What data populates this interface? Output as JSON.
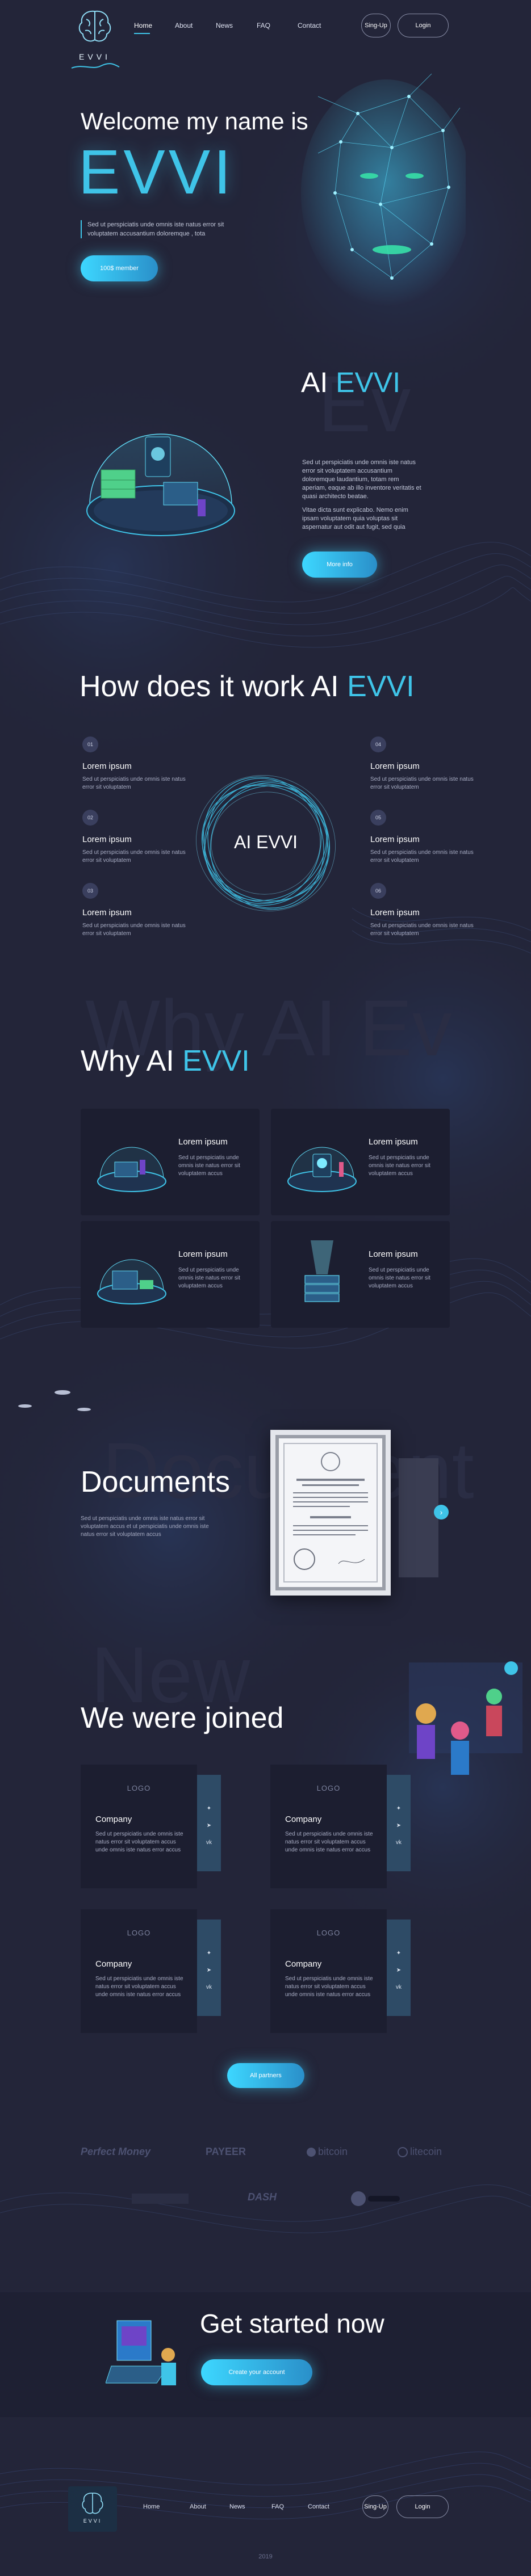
{
  "colors": {
    "background": "#232539",
    "accent": "#3fc4e8",
    "card": "#1c1e30",
    "side_panel": "#2e4b66"
  },
  "header": {
    "logo_text": "EVVI",
    "nav": [
      "Home",
      "About",
      "News",
      "FAQ",
      "Contact"
    ],
    "signup": "Sing-Up",
    "login": "Login"
  },
  "hero": {
    "welcome": "Welcome my name is",
    "name": "EVVI",
    "description": "Sed ut perspiciatis unde omnis iste natus error sit voluptatem accusantium doloremque , tota",
    "cta": "100$ member"
  },
  "about": {
    "title_prefix": "AI ",
    "title_accent": "EVVI",
    "para1": "Sed ut perspiciatis unde omnis iste natus error sit voluptatem accusantium doloremque laudantium, totam rem aperiam, eaque ab illo inventore veritatis et quasi architecto beatae.",
    "para2": "Vitae dicta sunt explicabo. Nemo enim ipsam voluptatem quia voluptas sit aspernatur aut odit aut fugit, sed quia",
    "button": "More info"
  },
  "how": {
    "title_prefix": "How does it work AI ",
    "title_accent": "EVVI",
    "center_label": "AI EVVI",
    "steps": [
      {
        "num": "01",
        "title": "Lorem ipsum",
        "text": "Sed ut perspiciatis unde omnis iste natus error sit voluptatem"
      },
      {
        "num": "02",
        "title": "Lorem ipsum",
        "text": "Sed ut perspiciatis unde omnis iste natus error sit voluptatem"
      },
      {
        "num": "03",
        "title": "Lorem ipsum",
        "text": "Sed ut perspiciatis unde omnis iste natus error sit voluptatem"
      },
      {
        "num": "04",
        "title": "Lorem ipsum",
        "text": "Sed ut perspiciatis unde omnis iste natus error sit voluptatem"
      },
      {
        "num": "05",
        "title": "Lorem ipsum",
        "text": "Sed ut perspiciatis unde omnis iste natus error sit voluptatem"
      },
      {
        "num": "06",
        "title": "Lorem ipsum",
        "text": "Sed ut perspiciatis unde omnis iste natus error sit voluptatem"
      }
    ]
  },
  "why": {
    "title_prefix": "Why AI ",
    "title_accent": "EVVI",
    "cards": [
      {
        "title": "Lorem ipsum",
        "text": "Sed ut perspiciatis unde omnis iste natus error sit voluptatem accus"
      },
      {
        "title": "Lorem ipsum",
        "text": "Sed ut perspiciatis unde omnis iste natus error sit voluptatem accus"
      },
      {
        "title": "Lorem ipsum",
        "text": "Sed ut perspiciatis unde omnis iste natus error sit voluptatem accus"
      },
      {
        "title": "Lorem ipsum",
        "text": "Sed ut perspiciatis unde omnis iste natus error sit voluptatem accus"
      }
    ]
  },
  "documents": {
    "title": "Documents",
    "text": "Sed ut perspiciatis unde omnis iste natus error sit voluptatem accus et ut perspiciatis unde omnis iste natus error sit voluptatem accus"
  },
  "joined": {
    "title": "We were joined",
    "cards": [
      {
        "logo": "LOGO",
        "company": "Company",
        "text": "Sed ut perspiciatis unde omnis iste natus error sit voluptatem accus unde omnis iste natus error accus"
      },
      {
        "logo": "LOGO",
        "company": "Company",
        "text": "Sed ut perspiciatis unde omnis iste natus error sit voluptatem accus unde omnis iste natus error accus"
      },
      {
        "logo": "LOGO",
        "company": "Company",
        "text": "Sed ut perspiciatis unde omnis iste natus error sit voluptatem accus unde omnis iste natus error accus"
      },
      {
        "logo": "LOGO",
        "company": "Company",
        "text": "Sed ut perspiciatis unde omnis iste natus error sit voluptatem accus unde omnis iste natus error accus"
      }
    ],
    "button": "All partners"
  },
  "partners": [
    "Perfect Money",
    "PAYEER",
    "bitcoin",
    "litecoin",
    "DASH"
  ],
  "get_started": {
    "title": "Get started now",
    "button": "Create your account"
  },
  "footer": {
    "nav": [
      "Home",
      "About",
      "News",
      "FAQ",
      "Contact"
    ],
    "signup": "Sing-Up",
    "login": "Login",
    "copyright": "2019",
    "logo_text": "EVVI"
  }
}
